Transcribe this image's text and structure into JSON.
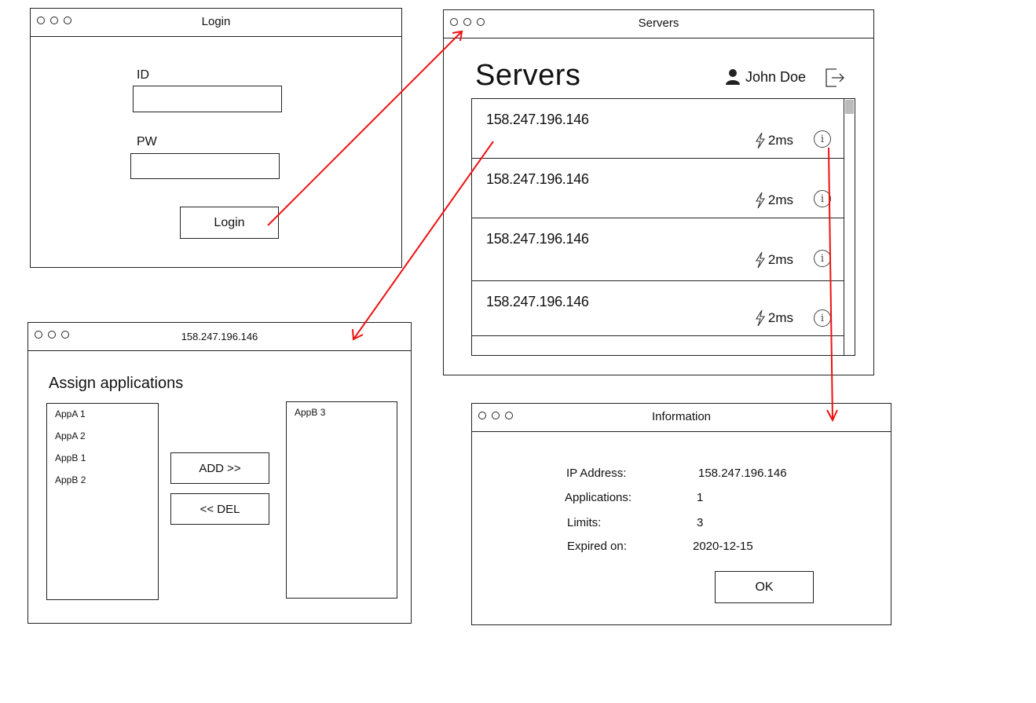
{
  "login": {
    "title": "Login",
    "id_label": "ID",
    "pw_label": "PW",
    "login_button": "Login"
  },
  "servers": {
    "window_title": "Servers",
    "heading": "Servers",
    "user_name": "John Doe",
    "items": [
      {
        "ip": "158.247.196.146",
        "ping": "2ms"
      },
      {
        "ip": "158.247.196.146",
        "ping": "2ms"
      },
      {
        "ip": "158.247.196.146",
        "ping": "2ms"
      },
      {
        "ip": "158.247.196.146",
        "ping": "2ms"
      }
    ]
  },
  "assign": {
    "window_title": "158.247.196.146",
    "heading": "Assign applications",
    "available": [
      "AppA 1",
      "AppA 2",
      "AppB 1",
      "AppB 2"
    ],
    "assigned": [
      "AppB 3"
    ],
    "add_button": "ADD >>",
    "del_button": "<< DEL"
  },
  "information": {
    "window_title": "Information",
    "rows": [
      {
        "label": "IP Address:",
        "value": "158.247.196.146"
      },
      {
        "label": "Applications:",
        "value": "1"
      },
      {
        "label": "Limits:",
        "value": "3"
      },
      {
        "label": "Expired on:",
        "value": "2020-12-15"
      }
    ],
    "ok_button": "OK"
  },
  "colors": {
    "arrow": "#ee1111",
    "stroke": "#222222"
  },
  "icons": {
    "user": "user-icon",
    "logout": "logout-icon",
    "ping": "lightning-icon",
    "info": "info-icon"
  }
}
